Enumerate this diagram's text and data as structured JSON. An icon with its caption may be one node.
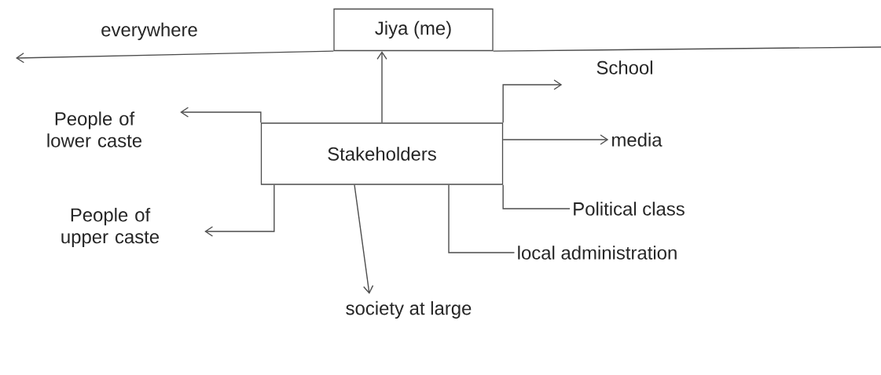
{
  "diagram": {
    "nodes": [
      {
        "text": [
          "Jiya (me)"
        ]
      },
      {
        "text": [
          "Stakeholders"
        ]
      },
      {
        "text": [
          "People of lower caste"
        ]
      },
      {
        "text": [
          "People of upper caste"
        ]
      },
      {
        "text": [
          "society at large"
        ]
      },
      {
        "text": [
          "local administration"
        ]
      },
      {
        "text": [
          "Political class"
        ]
      },
      {
        "text": [
          "media"
        ]
      },
      {
        "text": [
          "School"
        ]
      }
    ],
    "edges": [
      {
        "from": 1,
        "to": 0,
        "arrow": "to"
      },
      {
        "from": 1,
        "to": 2,
        "arrow": "to"
      },
      {
        "from": 1,
        "to": 3,
        "arrow": "to"
      },
      {
        "from": 1,
        "to": 4,
        "arrow": "to"
      },
      {
        "from": 1,
        "to": 5,
        "arrow": "none"
      },
      {
        "from": 1,
        "to": 6,
        "arrow": "none"
      },
      {
        "from": 1,
        "to": 7,
        "arrow": "to"
      },
      {
        "from": 1,
        "to": 8,
        "arrow": "to"
      },
      {
        "from": 0,
        "to": null,
        "arrow": "to",
        "label": "everywhere"
      },
      {
        "from": 0,
        "to": null,
        "arrow": "none"
      }
    ]
  }
}
